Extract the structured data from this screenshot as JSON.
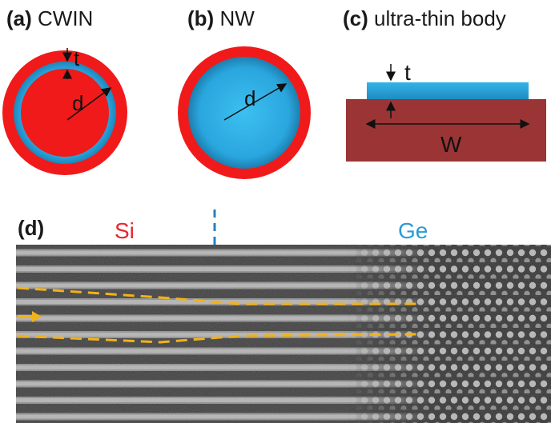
{
  "panels": {
    "a": {
      "tag": "(a)",
      "title": "CWIN",
      "thickness_label": "t",
      "diameter_label": "d"
    },
    "b": {
      "tag": "(b)",
      "title": "NW",
      "diameter_label": "d"
    },
    "c": {
      "tag": "(c)",
      "title": "ultra-thin body",
      "thickness_label": "t",
      "width_label": "W"
    },
    "d": {
      "tag": "(d)",
      "left_material": "Si",
      "right_material": "Ge"
    }
  },
  "colors": {
    "shell_red": "#f01a1a",
    "core_blue": "#2aa6de",
    "substrate": "#9b3535",
    "si_label": "#e8262f",
    "ge_label": "#2a9bd6",
    "trace": "#f2b21a",
    "interface_marker": "#2a7fc0"
  }
}
